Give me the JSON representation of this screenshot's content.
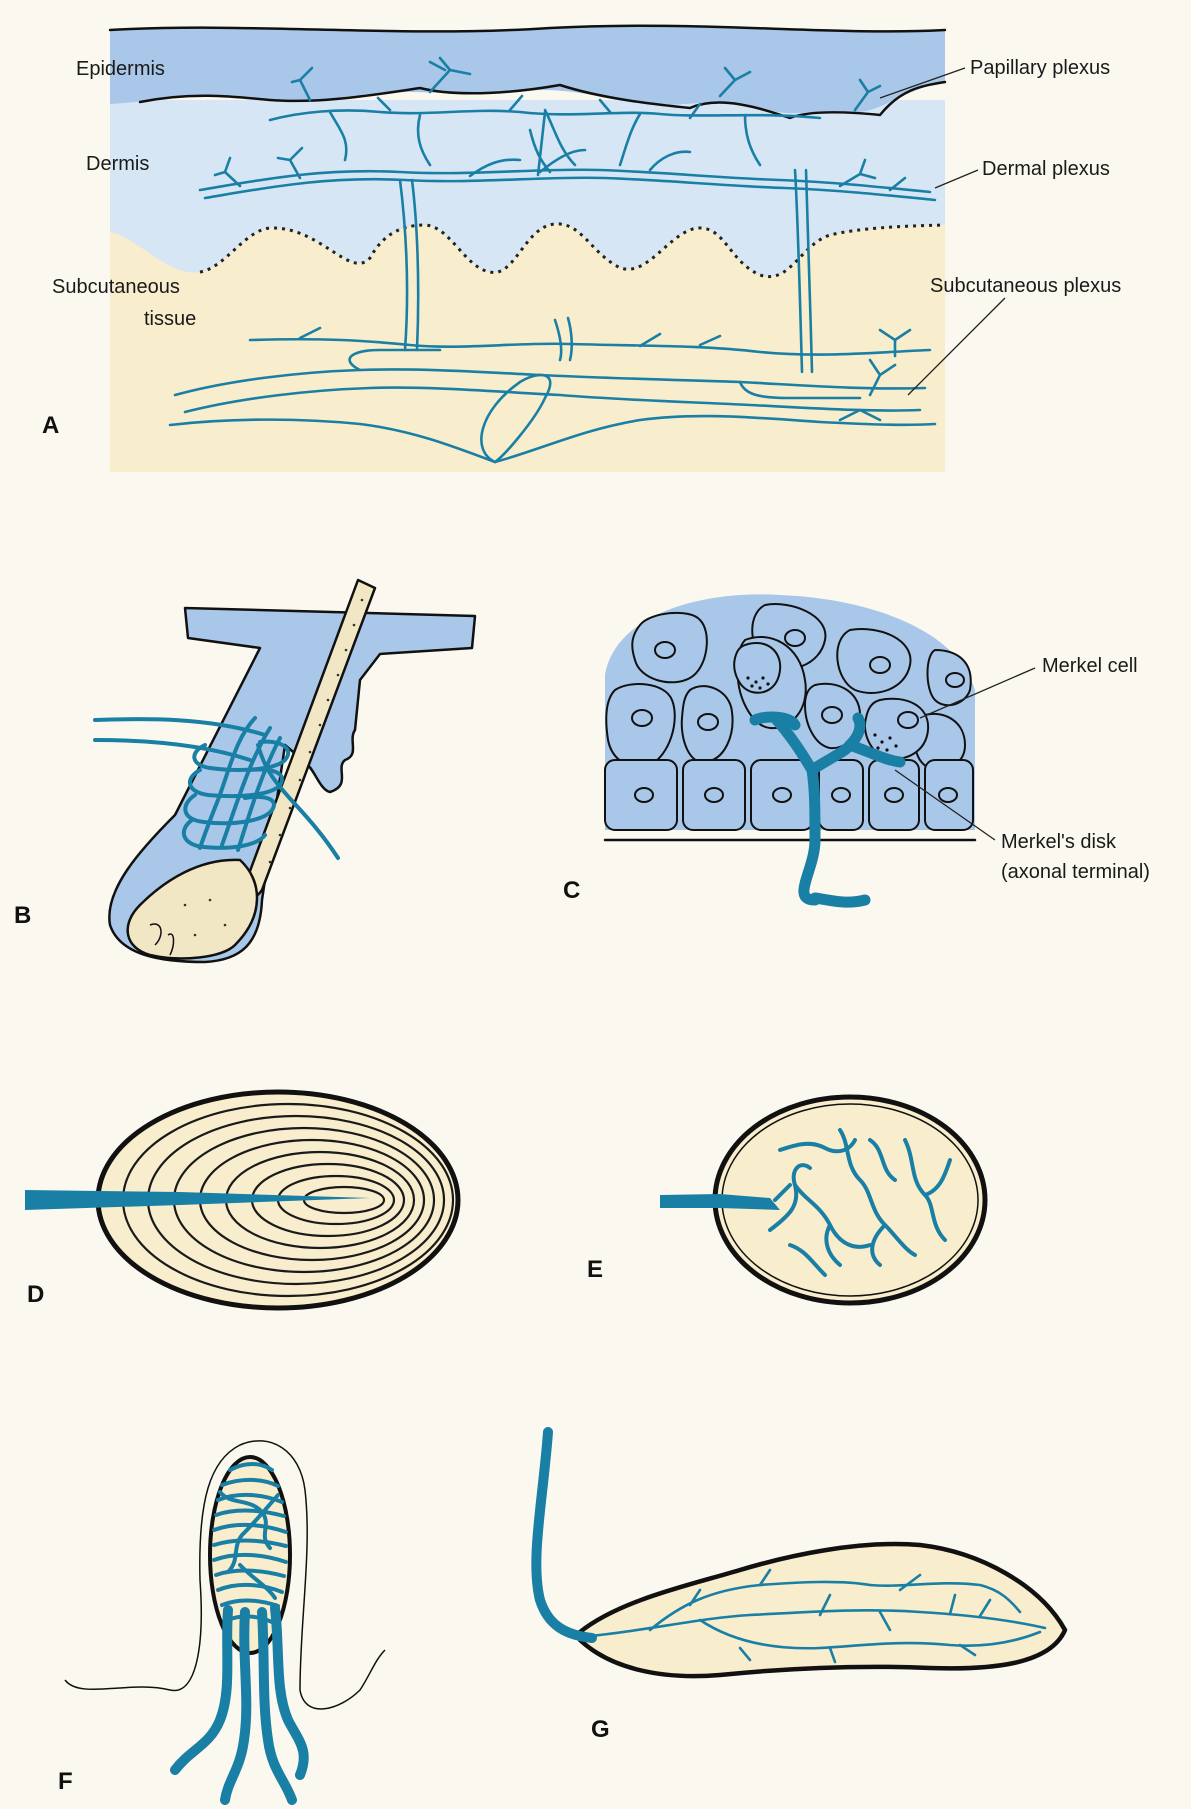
{
  "colors": {
    "background": "#fbf9ef",
    "epidermis": "#a9c7e8",
    "dermis": "#d6e6f5",
    "subcutaneous": "#f8edcc",
    "vessel": "#1a7fa5",
    "capsule_fill": "#f8edcc"
  },
  "panels": {
    "a": {
      "letter": "A",
      "labels": {
        "epidermis": "Epidermis",
        "dermis": "Dermis",
        "subcutaneous_line1": "Subcutaneous",
        "subcutaneous_line2": "tissue",
        "papillary_plexus": "Papillary plexus",
        "dermal_plexus": "Dermal plexus",
        "subcutaneous_plexus": "Subcutaneous plexus"
      }
    },
    "b": {
      "letter": "B"
    },
    "c": {
      "letter": "C",
      "labels": {
        "merkel_cell": "Merkel cell",
        "merkels_disk_line1": "Merkel's disk",
        "merkels_disk_line2": "(axonal terminal)"
      }
    },
    "d": {
      "letter": "D"
    },
    "e": {
      "letter": "E"
    },
    "f": {
      "letter": "F"
    },
    "g": {
      "letter": "G"
    }
  }
}
